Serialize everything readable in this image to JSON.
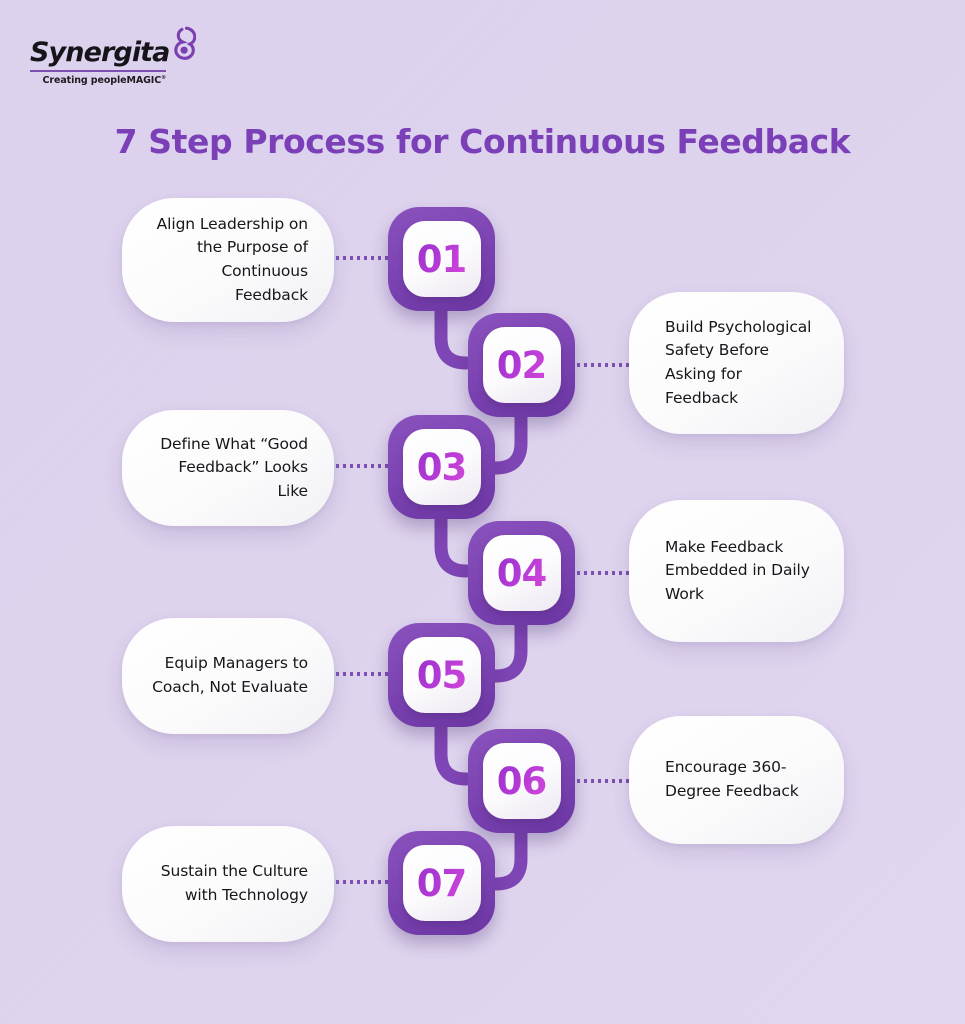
{
  "brand": {
    "name": "Synergita",
    "tagline": "Creating peopleMAGIC",
    "trademark": "®",
    "mark_icon": "spiral-swirl-icon"
  },
  "header": {
    "title": "7 Step Process for Continuous Feedback"
  },
  "colors": {
    "background_start": "#dcd2ee",
    "background_end": "#e0d6f0",
    "title_purple": "#7b3fb8",
    "badge_purple": "#7e45b4",
    "number_gradient_start": "#9a32cc",
    "number_gradient_end": "#d447d9",
    "card_white": "#ffffff",
    "dot_purple": "#7c4fb0",
    "text_dark": "#17161a"
  },
  "chart_data": {
    "type": "diagram",
    "title": "7 Step Process for Continuous Feedback",
    "layout": "alternating-vertical-zigzag",
    "step_count": 7,
    "steps": [
      {
        "number": "01",
        "label": "Align Leadership on the Purpose of Continuous Feedback",
        "side": "left"
      },
      {
        "number": "02",
        "label": "Build Psychological Safety Before Asking for Feedback",
        "side": "right"
      },
      {
        "number": "03",
        "label": "Define What “Good Feedback” Looks Like",
        "side": "left"
      },
      {
        "number": "04",
        "label": "Make Feedback Embedded in Daily Work",
        "side": "right"
      },
      {
        "number": "05",
        "label": "Equip Managers to Coach, Not Evaluate",
        "side": "left"
      },
      {
        "number": "06",
        "label": "Encourage 360-Degree Feedback",
        "side": "right"
      },
      {
        "number": "07",
        "label": "Sustain the Culture with Technology",
        "side": "left"
      }
    ]
  }
}
